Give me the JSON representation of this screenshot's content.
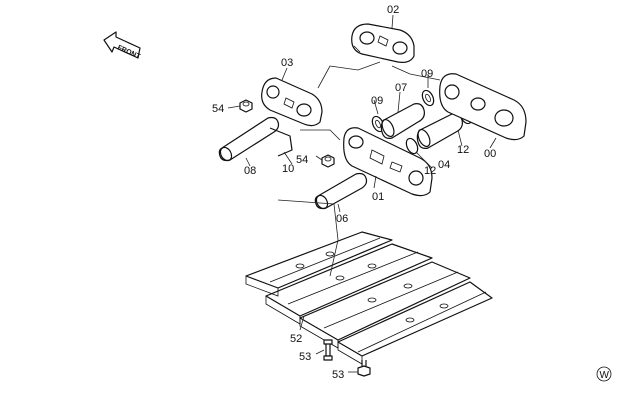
{
  "diagram": {
    "front_label": "FRONT",
    "mark": "W",
    "callouts": {
      "c00": "00",
      "c01": "01",
      "c02": "02",
      "c03": "03",
      "c04": "04",
      "c06": "06",
      "c07": "07",
      "c08": "08",
      "c09a": "09",
      "c09b": "09",
      "c10": "10",
      "c12a": "12",
      "c12b": "12",
      "c52": "52",
      "c53a": "53",
      "c53b": "53",
      "c54a": "54",
      "c54b": "54"
    }
  }
}
